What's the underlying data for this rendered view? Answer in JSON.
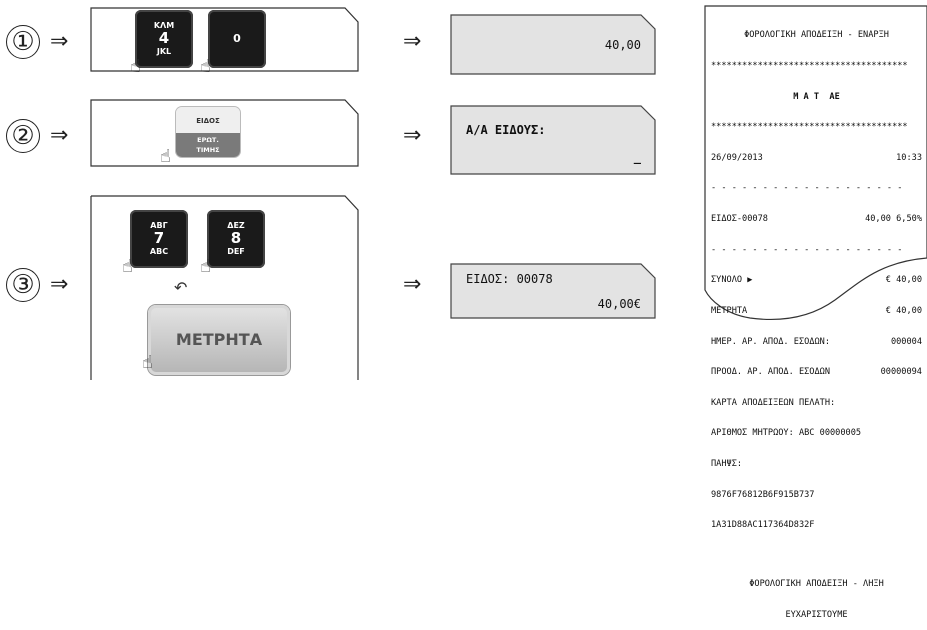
{
  "steps": [
    {
      "number": "①",
      "arrow": "⇒",
      "arrow2": "⇒"
    },
    {
      "number": "②",
      "arrow": "⇒",
      "arrow2": "⇒"
    },
    {
      "number": "③",
      "arrow": "⇒",
      "arrow2": "⇒"
    }
  ],
  "step1": {
    "key1": {
      "top": "ΚΛΜ",
      "main": "4",
      "bottom": "JKL"
    },
    "key2": {
      "label": "0"
    },
    "display": "40,00"
  },
  "step2": {
    "key_top": "ΕΙΔΟΣ",
    "key_bottom_line1": "ΕΡΩΤ.",
    "key_bottom_line2": "ΤΙΜΗΣ",
    "display_line1": "Α/Α ΕΙΔΟΥΣ:",
    "display_line2": "_"
  },
  "step3": {
    "key1": {
      "top": "ΑΒΓ",
      "main": "7",
      "bottom": "ABC"
    },
    "key2": {
      "top": "ΔΕΖ",
      "main": "8",
      "bottom": "DEF"
    },
    "cash_button": "ΜΕΤΡΗΤΑ",
    "display_line1": "ΕΙΔΟΣ: 00078",
    "display_line2": "40,00€"
  },
  "receipt": {
    "title": "ΦΟΡΟΛΟΓΙΚΗ ΑΠΟΔΕΙΞΗ - ΕΝΑΡΞΗ",
    "stars": "**************************************",
    "header": "M A T  AE",
    "date": "26/09/2013",
    "time": "10:33",
    "dashes": "- - - - - - - - - - - - - - - - - - -",
    "item_label": "ΕΙΔΟΣ-00078",
    "item_value": "40,00 6,50%",
    "total_label": "ΣΥΝΟΛΟ",
    "total_value": "€ 40,00",
    "cash_label": "ΜΕΤΡΗΤΑ",
    "cash_value": "€ 40,00",
    "line_daily_label": "ΗΜΕΡ. ΑΡ. ΑΠΟΔ. ΕΣΟΔΩΝ:",
    "line_daily_value": "000004",
    "line_cum_label": "ΠΡΟΟΔ. ΑΡ. ΑΠΟΔ. ΕΣΟΔΩΝ",
    "line_cum_value": "00000094",
    "line_card": "ΚΑΡΤΑ ΑΠΟΔΕΙΞΕΩΝ ΠΕΛΑΤΗ:",
    "line_reg": "ΑΡΙΘΜΟΣ ΜΗΤΡΩΟΥ: ABC 00000005",
    "line_pahps": "ΠΑΗΨΣ:",
    "hash1": "9876F76812B6F915B737",
    "hash2": "1A31D88AC117364D832F",
    "footer1": "ΦΟΡΟΛΟΓΙΚΗ ΑΠΟΔΕΙΞΗ - ΛΗΞΗ",
    "footer2": "ΕΥΧΑΡΙΣΤΟΥΜΕ"
  },
  "colors": {
    "key_dark": "#1a1a1a",
    "lcd": "#e3e3e3",
    "grey_key": "#c8c8c8"
  }
}
